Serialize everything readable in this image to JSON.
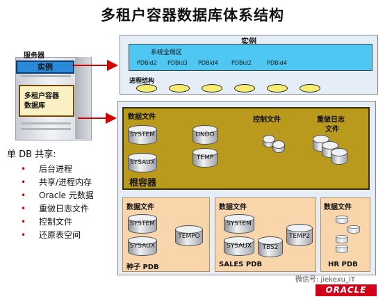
{
  "title": "多租户容器数据库体系结构",
  "server": {
    "label": "服务器",
    "instance_label": "实例",
    "database_label": [
      "多租户容器",
      "数据库"
    ]
  },
  "shared": {
    "title": "单 DB 共享:",
    "items": [
      "后台进程",
      "共享/进程内存",
      "Oracle 元数据",
      "重做日志文件",
      "控制文件",
      "还原表空间"
    ]
  },
  "instance": {
    "label": "实例",
    "sga_label": "系统全局区",
    "pdb_tags": [
      "PDBid2",
      "PDBid3",
      "PDBid4",
      "PDBid2",
      "PDBid4"
    ],
    "process_label": "进程结构"
  },
  "root": {
    "datafiles_label": "数据文件",
    "name": "根容器",
    "cylinders": [
      "SYSTEM",
      "SYSAUX"
    ],
    "undo_temp": [
      "UNDO",
      "TEMP"
    ],
    "control_label": "控制文件",
    "redo_label": [
      "重做日志",
      "文件"
    ]
  },
  "pdbs": [
    {
      "datafiles_label": "数据文件",
      "name": "种子 PDB",
      "cylinders": [
        "SYSTEM",
        "SYSAUX",
        "TEMPO"
      ]
    },
    {
      "datafiles_label": "数据文件",
      "name": "SALES PDB",
      "cylinders": [
        "SYSTEM",
        "SYSAUX",
        "TBS2",
        "TEMP2"
      ]
    },
    {
      "datafiles_label": "数据文件",
      "name": "HR PDB"
    }
  ],
  "watermark": "微信号: jiekexu_IT",
  "logo": "ORACLE",
  "colors": {
    "sga": "#4ec7f2",
    "root": "#b99a1d",
    "pdb": "#f8d5ab",
    "process": "#f5ee73",
    "instance_box": "#2b8ad7"
  }
}
